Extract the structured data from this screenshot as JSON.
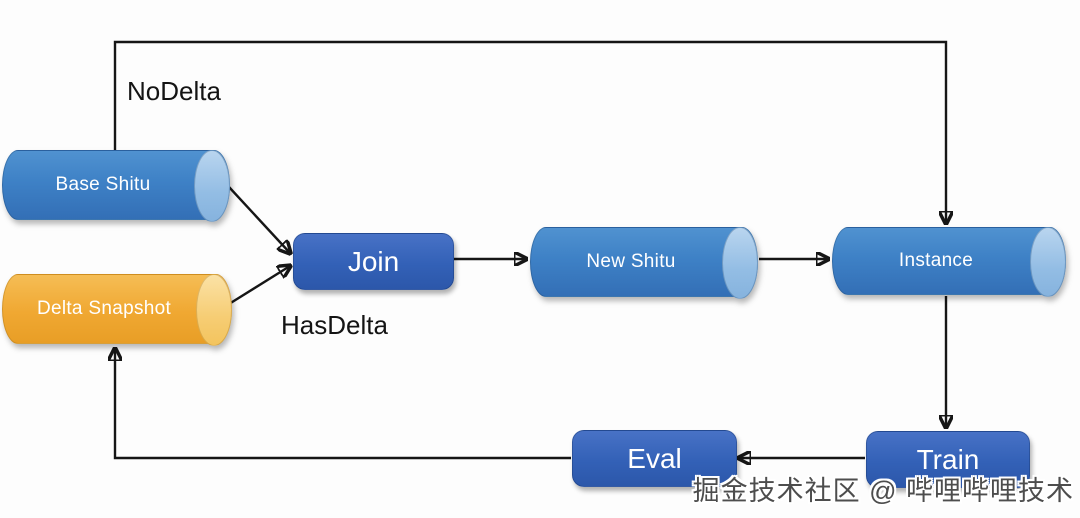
{
  "diagram": {
    "background": "#fdfdfd",
    "nodes": {
      "base_shitu": {
        "label": "Base Shitu",
        "type": "datastore-cylinder",
        "color": "blue"
      },
      "delta_snapshot": {
        "label": "Delta Snapshot",
        "type": "datastore-cylinder",
        "color": "orange"
      },
      "join": {
        "label": "Join",
        "type": "process",
        "color": "blue"
      },
      "new_shitu": {
        "label": "New Shitu",
        "type": "datastore-cylinder",
        "color": "blue"
      },
      "instance": {
        "label": "Instance",
        "type": "datastore-cylinder",
        "color": "blue"
      },
      "train": {
        "label": "Train",
        "type": "process",
        "color": "blue"
      },
      "eval": {
        "label": "Eval",
        "type": "process",
        "color": "blue"
      }
    },
    "edge_labels": {
      "no_delta": "NoDelta",
      "has_delta": "HasDelta"
    },
    "edges": [
      {
        "from": "base_shitu",
        "to": "instance",
        "label": "NoDelta"
      },
      {
        "from": "base_shitu",
        "to": "join"
      },
      {
        "from": "delta_snapshot",
        "to": "join",
        "label": "HasDelta"
      },
      {
        "from": "join",
        "to": "new_shitu"
      },
      {
        "from": "new_shitu",
        "to": "instance"
      },
      {
        "from": "instance",
        "to": "train"
      },
      {
        "from": "train",
        "to": "eval"
      },
      {
        "from": "eval",
        "to": "delta_snapshot"
      }
    ],
    "watermark": "掘金技术社区 @ 哔哩哔哩技术",
    "colors": {
      "cylinder_blue": "#3e81c6",
      "cylinder_blue_cap": "#9dc3e6",
      "cylinder_orange": "#f0a832",
      "cylinder_orange_cap": "#f8d78c",
      "process_blue": "#3361b7",
      "line": "#161616",
      "label_text": "#141414",
      "node_text": "#ffffff"
    }
  }
}
